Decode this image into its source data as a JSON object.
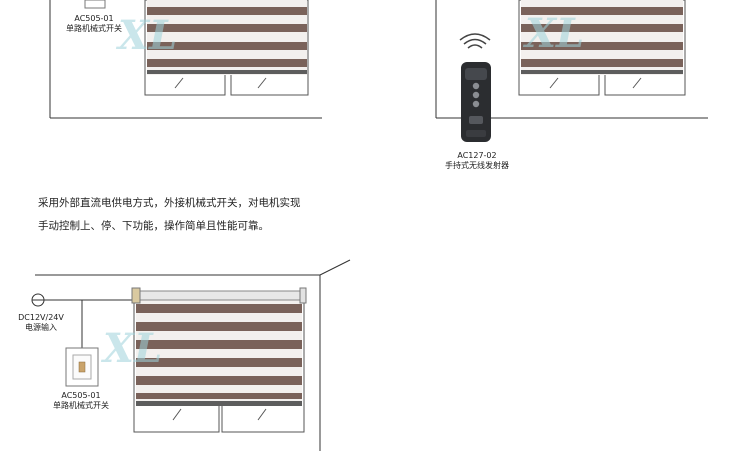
{
  "top_left_switch": {
    "model": "AC505-01",
    "name": "单路机械式开关"
  },
  "remote": {
    "model": "AC127-02",
    "name": "手持式无线发射器"
  },
  "description": {
    "line1": "采用外部直流电供电方式，外接机械式开关，对电机实现",
    "line2": "手动控制上、停、下功能，操作简单且性能可靠。"
  },
  "power": {
    "voltage": "DC12V/24V",
    "label": "电源输入"
  },
  "bottom_switch": {
    "model": "AC505-01",
    "name": "单路机械式开关"
  },
  "watermark": {
    "logo": "XL"
  },
  "colors": {
    "stripe_dark": "#7a625a",
    "stripe_light": "#f3f0ee",
    "rail": "#5d5d5d",
    "line": "#333333"
  }
}
